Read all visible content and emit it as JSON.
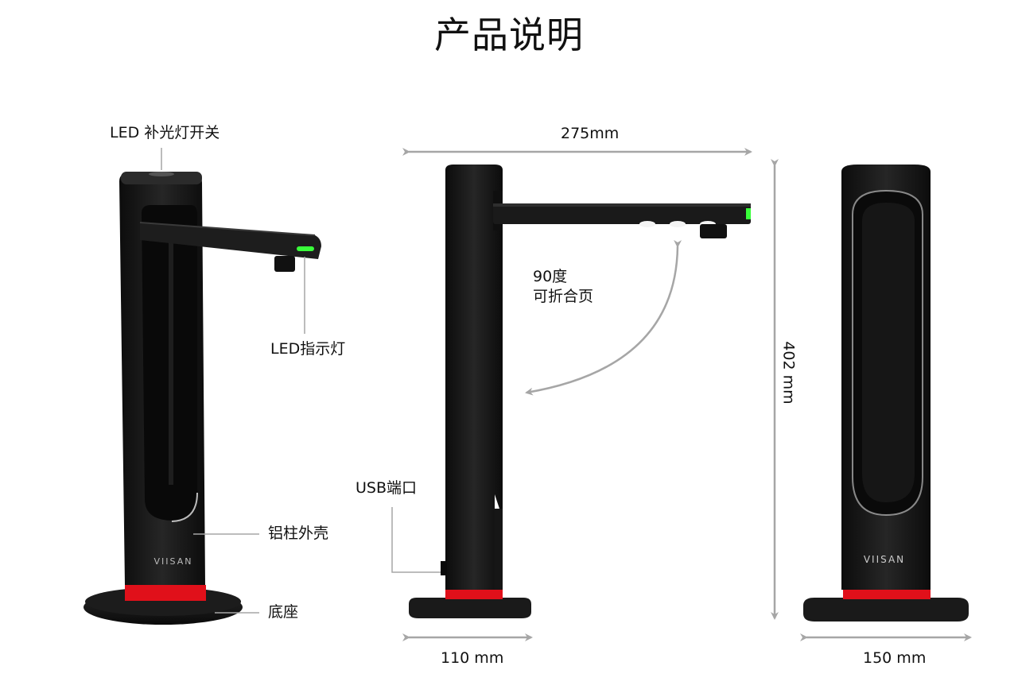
{
  "title": "产品说明",
  "callouts": {
    "led_switch": "LED 补光灯开关",
    "led_indicator": "LED指示灯",
    "aluminum_shell": "铝柱外壳",
    "base": "底座",
    "usb_port": "USB端口",
    "hinge_line1": "90度",
    "hinge_line2": "可折合页"
  },
  "dimensions": {
    "arm_length": "275mm",
    "height": "402 mm",
    "base_depth": "110 mm",
    "base_width": "150 mm"
  },
  "brand": "VIISAN",
  "colors": {
    "body": "#141414",
    "accent_red": "#e0101a",
    "indicator_green": "#39ff3a",
    "dimension_gray": "#a6a6a6"
  }
}
